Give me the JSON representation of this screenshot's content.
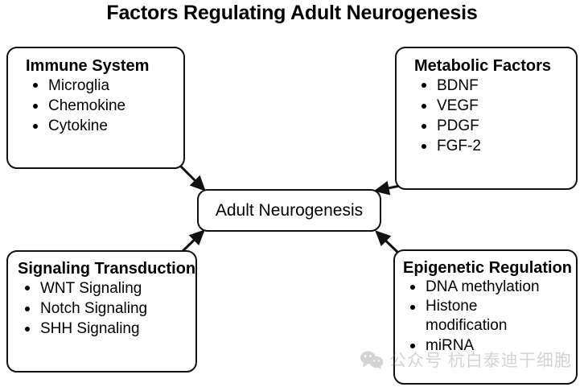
{
  "title": "Factors Regulating Adult Neurogenesis",
  "center": {
    "label": "Adult Neurogenesis"
  },
  "nodes": {
    "immune": {
      "heading": "Immune System",
      "items": [
        "Microglia",
        "Chemokine",
        "Cytokine"
      ]
    },
    "metabolic": {
      "heading": "Metabolic Factors",
      "items": [
        "BDNF",
        "VEGF",
        "PDGF",
        "FGF-2"
      ]
    },
    "signaling": {
      "heading": "Signaling Transduction",
      "items": [
        "WNT Signaling",
        "Notch Signaling",
        "SHH Signaling"
      ]
    },
    "epigenetic": {
      "heading": "Epigenetic Regulation",
      "items": [
        "DNA methylation",
        "Histone modification",
        "miRNA"
      ]
    }
  },
  "watermark": {
    "icon": "wechat-icon",
    "text": "公众号 杭白泰迪干细胞"
  },
  "colors": {
    "stroke": "#111111",
    "background": "#ffffff",
    "text": "#000000",
    "watermark_text": "#6f6f6f"
  }
}
